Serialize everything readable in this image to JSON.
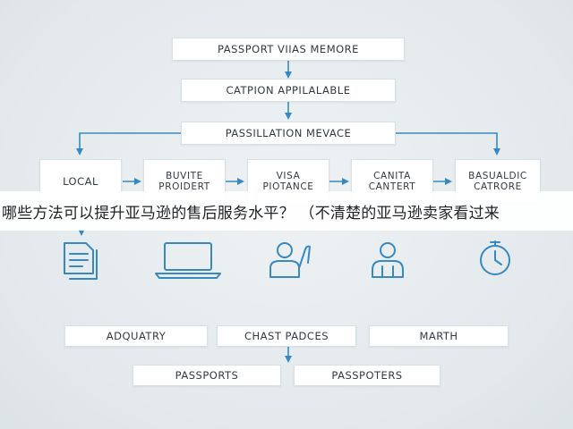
{
  "diagram": {
    "nodes": {
      "passport_visa_memore": "PASSPORT VIIAS MEMORE",
      "catpion_applalable": "CATPION APPILALABLE",
      "passillation_mevace": "PASSILLATION MEVACE",
      "local": "LOCAL",
      "buvite_proidert": "BUVITE\nPROIDERT",
      "visa_piotance": "VISA\nPIOTANCE",
      "canita_cantert": "CANITA\nCANTERT",
      "basualdic_catrore": "BASUALDIC\nCATRORE",
      "adquatry": "ADQUATRY",
      "chast_padces": "CHAST PADCES",
      "marth": "MARTH",
      "passports": "PASSPORTS",
      "passpoters": "PASSPOTERS"
    },
    "icons": [
      "document-icon",
      "laptop-icon",
      "person-raising-hand-icon",
      "person-icon",
      "clock-icon"
    ],
    "colors": {
      "arrow": "#3a88c0",
      "icon": "#3a88c0",
      "box_bg": "#ffffff",
      "text": "#333a40"
    }
  },
  "overlay": {
    "question_text": "哪些方法可以提升亚马逊的售后服务水平？ （不清楚的亚马逊卖家看过来"
  }
}
